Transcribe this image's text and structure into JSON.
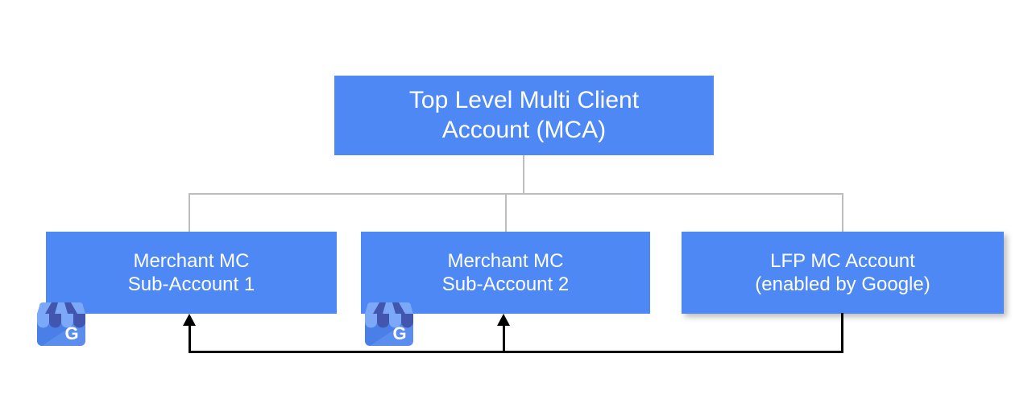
{
  "diagram": {
    "title_hidden": "",
    "nodes": [
      {
        "id": "top-level-mca",
        "label": "Top Level Multi Client\nAccount (MCA)",
        "color": "#4d88f5",
        "text_color": "#ffffff"
      },
      {
        "id": "merchant-mc-sub-account-1",
        "label": "Merchant MC\nSub-Account 1",
        "color": "#4d88f5",
        "text_color": "#ffffff"
      },
      {
        "id": "merchant-mc-sub-account-2",
        "label": "Merchant MC\nSub-Account 2",
        "color": "#4d88f5",
        "text_color": "#ffffff"
      },
      {
        "id": "lfp-mc-account",
        "label": "LFP MC Account\n(enabled by Google)",
        "color": "#4d88f5",
        "text_color": "#ffffff"
      }
    ],
    "connectors": {
      "hierarchy_color": "#bdbdbd",
      "feed_color": "#000000"
    },
    "icons": [
      {
        "id": "google-business-profile-icon-1",
        "name": "google-business-profile-icon",
        "glyph": "G"
      },
      {
        "id": "google-business-profile-icon-2",
        "name": "google-business-profile-icon",
        "glyph": "G"
      }
    ],
    "icon_colors": {
      "awning_light": "#7ba9f7",
      "awning_dark": "#4256b0",
      "body": "#5b8def",
      "body_shade": "#4a7fe8",
      "letter": "#ffffff"
    }
  }
}
